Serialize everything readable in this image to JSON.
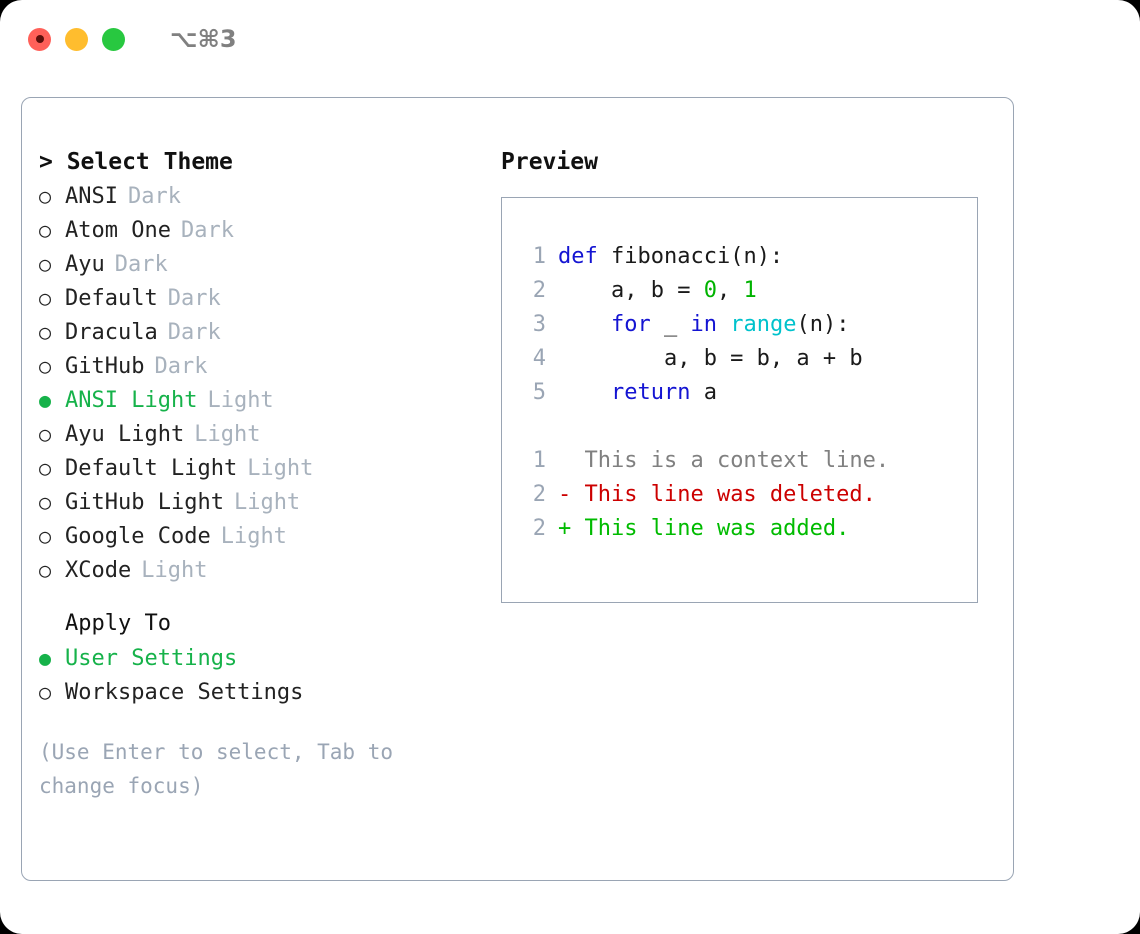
{
  "titlebar": {
    "shortcut": "⌥⌘3",
    "buttons": [
      {
        "name": "close",
        "color": "#ff6059"
      },
      {
        "name": "minimize",
        "color": "#ffbd2e"
      },
      {
        "name": "maximize",
        "color": "#28c840"
      }
    ]
  },
  "theme_picker": {
    "heading": "> Select Theme",
    "items": [
      {
        "bullet": "○",
        "name": "ANSI",
        "variant": "Dark",
        "selected": false
      },
      {
        "bullet": "○",
        "name": "Atom One",
        "variant": "Dark",
        "selected": false
      },
      {
        "bullet": "○",
        "name": "Ayu",
        "variant": "Dark",
        "selected": false
      },
      {
        "bullet": "○",
        "name": "Default",
        "variant": "Dark",
        "selected": false
      },
      {
        "bullet": "○",
        "name": "Dracula",
        "variant": "Dark",
        "selected": false
      },
      {
        "bullet": "○",
        "name": "GitHub",
        "variant": "Dark",
        "selected": false
      },
      {
        "bullet": "●",
        "name": "ANSI Light",
        "variant": "Light",
        "selected": true
      },
      {
        "bullet": "○",
        "name": "Ayu Light",
        "variant": "Light",
        "selected": false
      },
      {
        "bullet": "○",
        "name": "Default Light",
        "variant": "Light",
        "selected": false
      },
      {
        "bullet": "○",
        "name": "GitHub Light",
        "variant": "Light",
        "selected": false
      },
      {
        "bullet": "○",
        "name": "Google Code",
        "variant": "Light",
        "selected": false
      },
      {
        "bullet": "○",
        "name": "XCode",
        "variant": "Light",
        "selected": false
      }
    ]
  },
  "apply_to": {
    "label": "Apply To",
    "options": [
      {
        "bullet": "●",
        "name": "User Settings",
        "selected": true
      },
      {
        "bullet": "○",
        "name": "Workspace Settings",
        "selected": false
      }
    ]
  },
  "hint": "(Use Enter to select, Tab to change focus)",
  "preview": {
    "title": "Preview",
    "code_lines": [
      {
        "num": "1",
        "tokens": [
          {
            "t": "def",
            "c": "kw"
          },
          {
            "t": " fibonacci(n):",
            "c": "plain"
          }
        ]
      },
      {
        "num": "2",
        "tokens": [
          {
            "t": "    a, b = ",
            "c": "plain"
          },
          {
            "t": "0",
            "c": "num"
          },
          {
            "t": ", ",
            "c": "plain"
          },
          {
            "t": "1",
            "c": "num"
          }
        ]
      },
      {
        "num": "3",
        "tokens": [
          {
            "t": "    ",
            "c": "plain"
          },
          {
            "t": "for",
            "c": "kw"
          },
          {
            "t": " _ ",
            "c": "plain"
          },
          {
            "t": "in",
            "c": "kw"
          },
          {
            "t": " ",
            "c": "plain"
          },
          {
            "t": "range",
            "c": "fn"
          },
          {
            "t": "(n):",
            "c": "plain"
          }
        ]
      },
      {
        "num": "4",
        "tokens": [
          {
            "t": "        a, b = b, a + b",
            "c": "plain"
          }
        ]
      },
      {
        "num": "5",
        "tokens": [
          {
            "t": "    ",
            "c": "plain"
          },
          {
            "t": "return",
            "c": "kw"
          },
          {
            "t": " a",
            "c": "plain"
          }
        ]
      }
    ],
    "diff_lines": [
      {
        "num": "1",
        "marker": " ",
        "text": " This is a context line.",
        "kind": "ctx"
      },
      {
        "num": "2",
        "marker": "-",
        "text": " This line was deleted.",
        "kind": "del"
      },
      {
        "num": "2",
        "marker": "+",
        "text": " This line was added.",
        "kind": "add"
      }
    ]
  },
  "colors": {
    "accent_green": "#16b24a",
    "muted": "#a8b2bd",
    "border": "#9aa5b4",
    "keyword": "#1414d2",
    "number": "#00b300",
    "function": "#00c2cc",
    "diff_context": "#808080",
    "diff_deleted": "#cc0000",
    "diff_added": "#00bb00"
  }
}
